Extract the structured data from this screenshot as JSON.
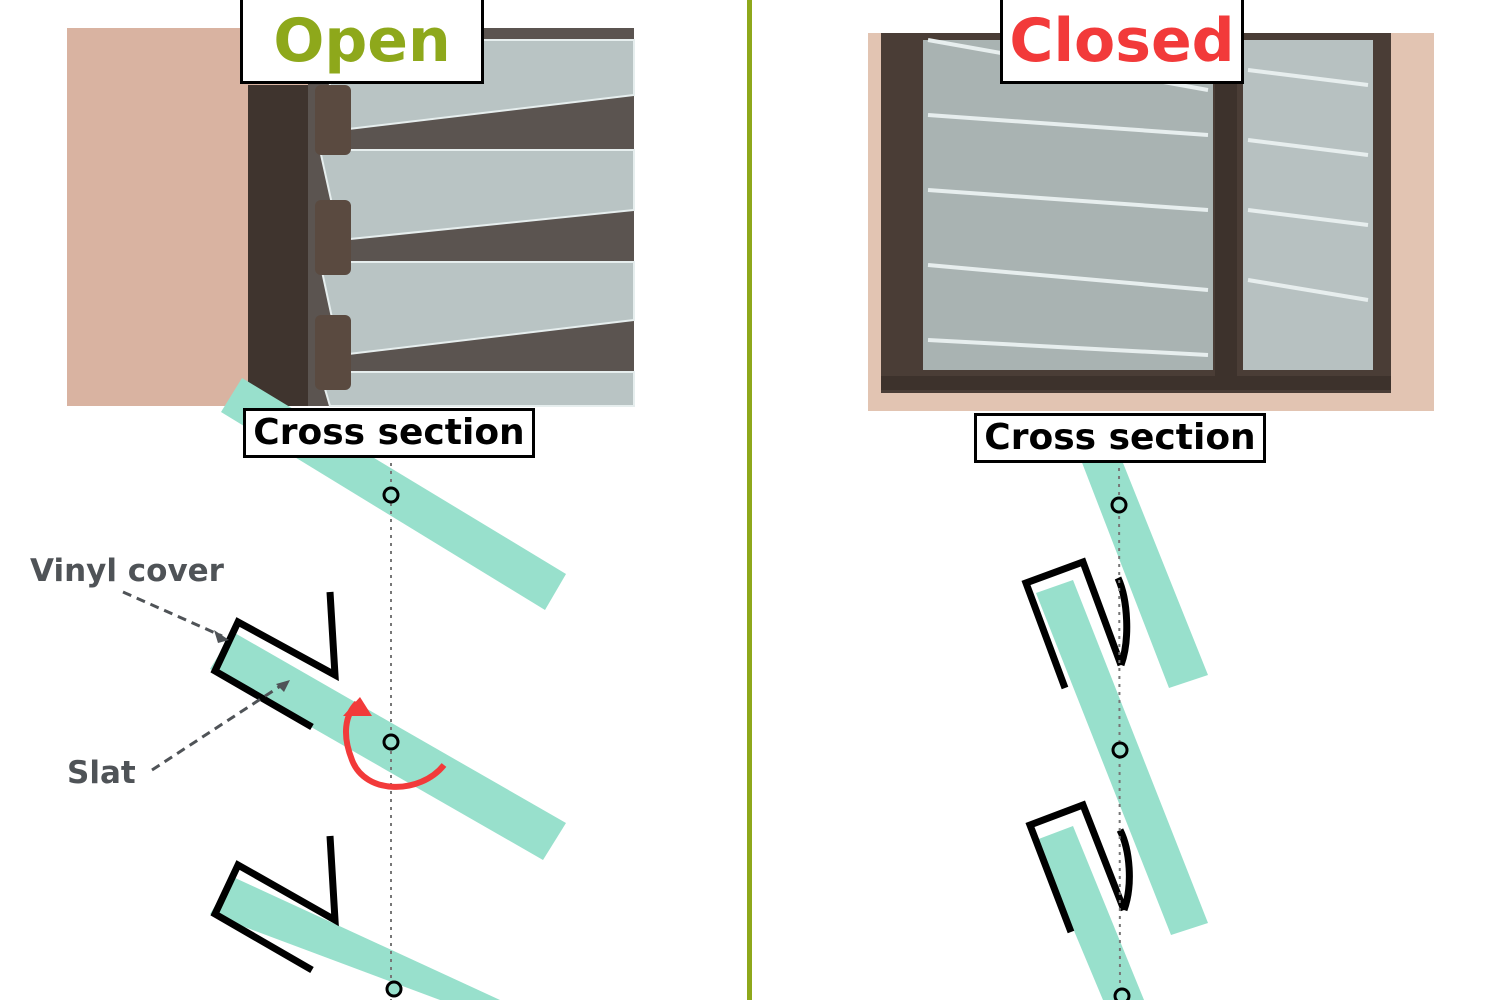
{
  "left": {
    "title": "Open",
    "cross_section_label": "Cross section",
    "callouts": {
      "vinyl_cover": "Vinyl cover",
      "slat": "Slat"
    }
  },
  "right": {
    "title": "Closed",
    "cross_section_label": "Cross section"
  },
  "colors": {
    "open_title": "#8ea81b",
    "closed_title": "#f23a3a",
    "divider": "#8ea81b",
    "slat": "#98e0cc",
    "rotation_arrow": "#f23a3a",
    "axis_line": "#777777",
    "wall": "#dcb8a6",
    "frame": "#4a3d36",
    "glass": "#aeb8b8"
  }
}
